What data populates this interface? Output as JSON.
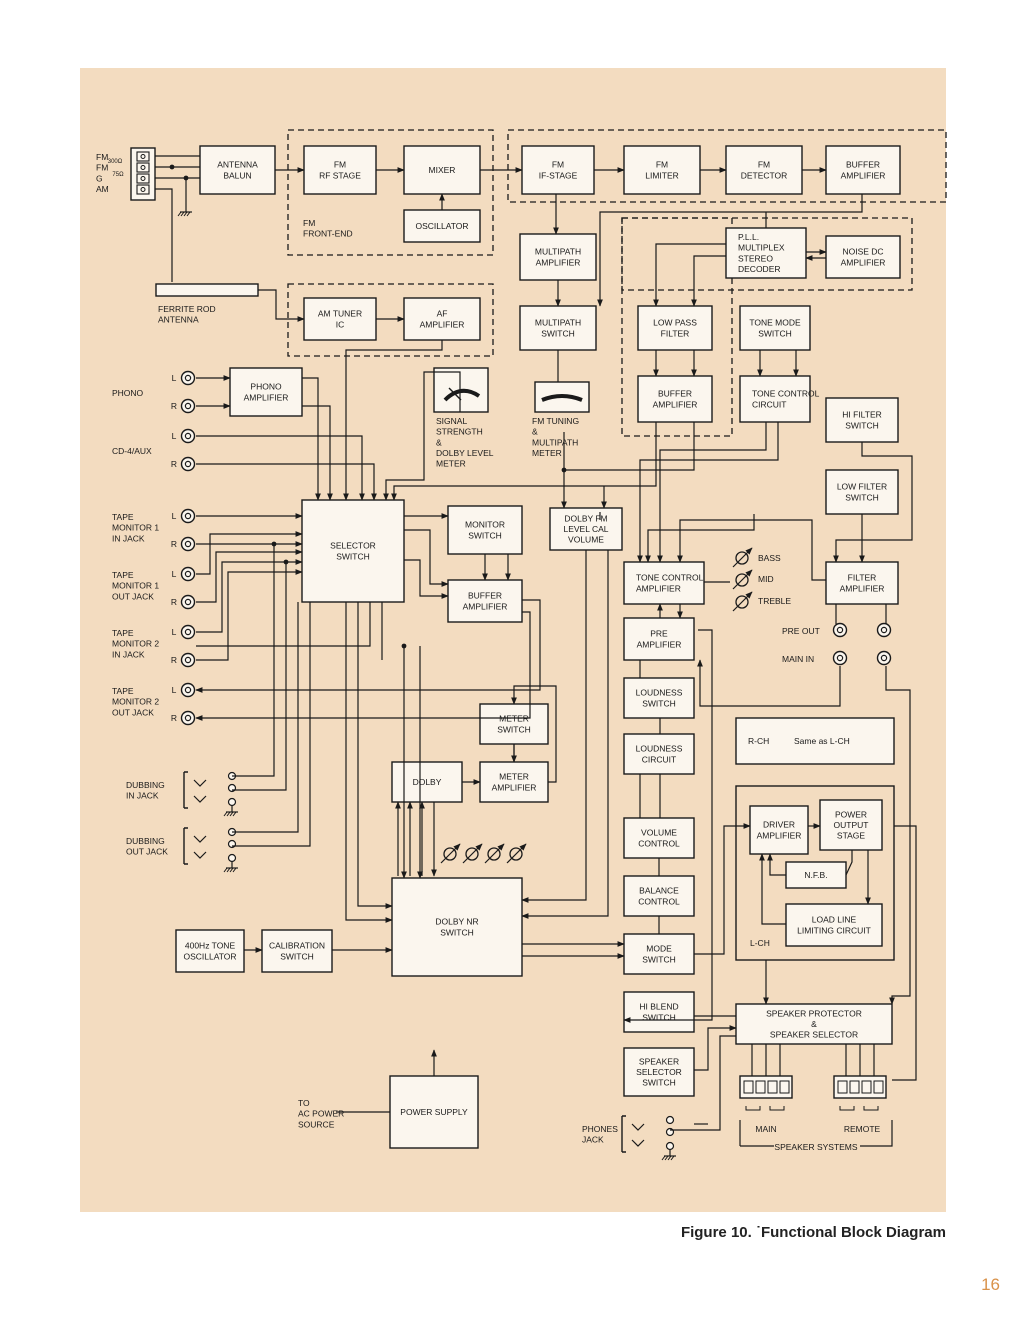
{
  "blocks": {
    "antenna_balun": [
      "ANTENNA",
      "BALUN"
    ],
    "fm_rf_stage": [
      "FM",
      "RF STAGE"
    ],
    "mixer": [
      "MIXER"
    ],
    "oscillator": [
      "OSCILLATOR"
    ],
    "fm_if_stage": [
      "FM",
      "IF-STAGE"
    ],
    "fm_limiter": [
      "FM",
      "LIMITER"
    ],
    "fm_detector": [
      "FM",
      "DETECTOR"
    ],
    "buffer_amp_fm": [
      "BUFFER",
      "AMPLIFIER"
    ],
    "multipath_amp": [
      "MULTIPATH",
      "AMPLIFIER"
    ],
    "pll_decoder": [
      "P.L.L.",
      "MULTIPLEX",
      "STEREO",
      "DECODER"
    ],
    "noise_dc_amp": [
      "NOISE DC",
      "AMPLIFIER"
    ],
    "am_tuner": [
      "AM TUNER",
      "IC"
    ],
    "af_amp": [
      "AF",
      "AMPLIFIER"
    ],
    "multipath_switch": [
      "MULTIPATH",
      "SWITCH"
    ],
    "low_pass_filter": [
      "LOW PASS",
      "FILTER"
    ],
    "tone_mode_switch": [
      "TONE MODE",
      "SWITCH"
    ],
    "phono_amp": [
      "PHONO",
      "AMPLIFIER"
    ],
    "buffer_amp_lp": [
      "BUFFER",
      "AMPLIFIER"
    ],
    "tone_control_circuit": [
      "TONE CONTROL",
      "CIRCUIT"
    ],
    "hi_filter_switch": [
      "HI FILTER",
      "SWITCH"
    ],
    "low_filter_switch": [
      "LOW FILTER",
      "SWITCH"
    ],
    "selector_switch": [
      "SELECTOR",
      "SWITCH"
    ],
    "monitor_switch": [
      "MONITOR",
      "SWITCH"
    ],
    "dolby_fm_level": [
      "DOLBY FM",
      "LEVEL CAL",
      "VOLUME"
    ],
    "buffer_amp_mon": [
      "BUFFER",
      "AMPLIFIER"
    ],
    "tone_control_amp": [
      "TONE CONTROL",
      "AMPLIFIER"
    ],
    "filter_amp": [
      "FILTER",
      "AMPLIFIER"
    ],
    "pre_amp": [
      "PRE",
      "AMPLIFIER"
    ],
    "loudness_switch": [
      "LOUDNESS",
      "SWITCH"
    ],
    "meter_switch": [
      "METER",
      "SWITCH"
    ],
    "loudness_circuit": [
      "LOUDNESS",
      "CIRCUIT"
    ],
    "rch": [
      "R-CH"
    ],
    "dolby": [
      "DOLBY"
    ],
    "meter_amp": [
      "METER",
      "AMPLIFIER"
    ],
    "driver_amp": [
      "DRIVER",
      "AMPLIFIER"
    ],
    "power_output": [
      "POWER",
      "OUTPUT",
      "STAGE"
    ],
    "volume_control": [
      "VOLUME",
      "CONTROL"
    ],
    "nfb": [
      "N.F.B."
    ],
    "balance_control": [
      "BALANCE",
      "CONTROL"
    ],
    "dolby_nr_switch": [
      "DOLBY NR",
      "SWITCH"
    ],
    "load_line": [
      "LOAD LINE",
      "LIMITING CIRCUIT"
    ],
    "tone_osc": [
      "400Hz TONE",
      "OSCILLATOR"
    ],
    "calibration_switch": [
      "CALIBRATION",
      "SWITCH"
    ],
    "mode_switch": [
      "MODE",
      "SWITCH"
    ],
    "hi_blend_switch": [
      "HI BLEND",
      "SWITCH"
    ],
    "speaker_protector": [
      "SPEAKER PROTECTOR",
      "&",
      "SPEAKER SELECTOR"
    ],
    "speaker_selector_switch": [
      "SPEAKER",
      "SELECTOR",
      "SWITCH"
    ],
    "power_supply": [
      "POWER SUPPLY"
    ]
  },
  "labels": {
    "fm_front_end": [
      "FM",
      "FRONT-END"
    ],
    "ferrite_rod": [
      "FERRITE ROD",
      "ANTENNA"
    ],
    "antenna_terminals": [
      "FM",
      "FM",
      "G",
      "AM"
    ],
    "ohm300": "300Ω",
    "ohm75": "75Ω",
    "phono": "PHONO",
    "cd4_aux": "CD-4/AUX",
    "tape_mon1_in": [
      "TAPE",
      "MONITOR 1",
      "IN JACK"
    ],
    "tape_mon1_out": [
      "TAPE",
      "MONITOR 1",
      "OUT JACK"
    ],
    "tape_mon2_in": [
      "TAPE",
      "MONITOR 2",
      "IN JACK"
    ],
    "tape_mon2_out": [
      "TAPE",
      "MONITOR 2",
      "OUT JACK"
    ],
    "dubbing_in": [
      "DUBBING",
      "IN JACK"
    ],
    "dubbing_out": [
      "DUBBING",
      "OUT JACK"
    ],
    "signal_meter": [
      "SIGNAL",
      "STRENGTH",
      "&",
      "DOLBY LEVEL",
      "METER"
    ],
    "fm_tuning_meter": [
      "FM TUNING",
      "&",
      "MULTIPATH",
      "METER"
    ],
    "bass": "BASS",
    "mid": "MID",
    "treble": "TREBLE",
    "pre_out": "PRE OUT",
    "main_in": "MAIN IN",
    "same_as_lch": "Same as L-CH",
    "lch": "L-CH",
    "ac_power": [
      "TO",
      "AC POWER",
      "SOURCE"
    ],
    "phones_jack": [
      "PHONES",
      "JACK"
    ],
    "main": "MAIN",
    "remote": "REMOTE",
    "speaker_systems": "SPEAKER SYSTEMS",
    "L": "L",
    "R": "R"
  },
  "caption": "Figure 10. ˙Functional Block Diagram",
  "page_number": "16"
}
